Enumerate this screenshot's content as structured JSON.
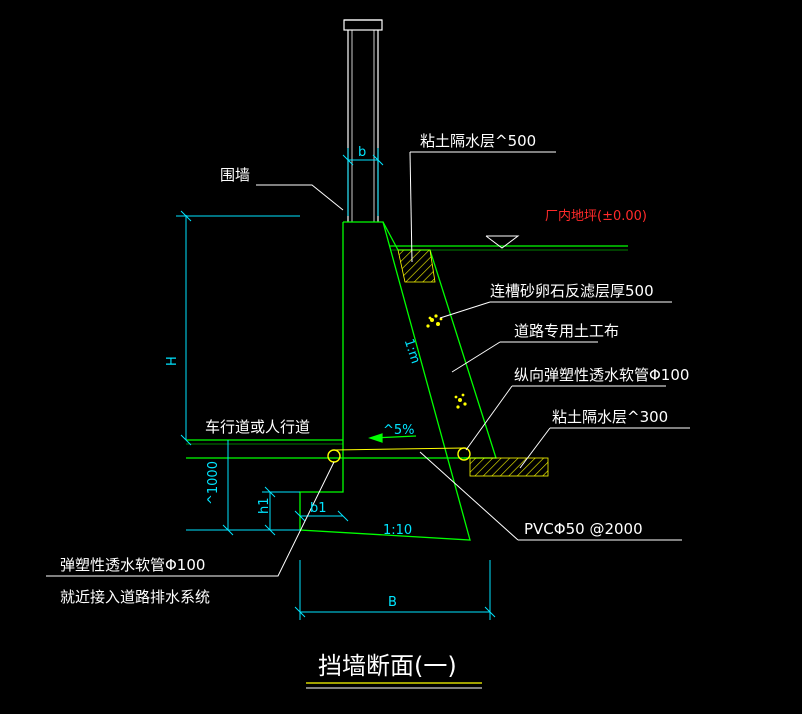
{
  "labels": {
    "clay_layer_top": "粘土隔水层^500",
    "fence_wall": "围墙",
    "ground_level": "厂内地坪(±0.00)",
    "gravel_filter": "连槽砂卵石反滤层厚500",
    "geotextile": "道路专用土工布",
    "long_pipe": "纵向弹塑性透水软管Φ100",
    "clay_layer_bottom": "粘土隔水层^300",
    "roadway": "车行道或人行道",
    "pvc": "PVCΦ50 @2000",
    "pipe_left": "弹塑性透水软管Φ100",
    "drain_connect": "就近接入道路排水系统",
    "title": "挡墙断面(一)"
  },
  "dims": {
    "b": "b",
    "H": "H",
    "b1": "b1",
    "h1": "h1",
    "d1000": "^1000",
    "B": "B",
    "slope_back": "1:m",
    "slope_base": "1:10",
    "drain_slope": "^5%"
  },
  "colors": {
    "background": "#000000",
    "wall": "#00ff00",
    "dimension": "#00e5ff",
    "leader": "#ffffff",
    "hatch": "#ffff00",
    "ground": "#00ff00",
    "level_mark": "#ff2a2a",
    "title_underline": "#ffff00"
  }
}
